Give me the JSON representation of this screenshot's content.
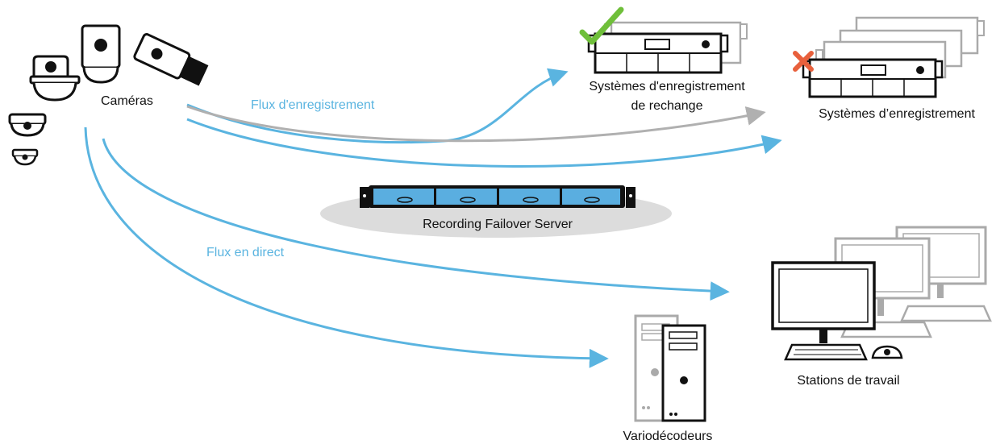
{
  "labels": {
    "cameras": "Caméras",
    "recording_flow": "Flux d'enregistrement",
    "live_flow": "Flux en direct",
    "spare_systems_line1": "Systèmes d'enregistrement",
    "spare_systems_line2": "de rechange",
    "recording_systems": "Systèmes d’enregistrement",
    "failover_server": "Recording Failover Server",
    "workstations": "Stations de travail",
    "decoders": "Variodécodeurs"
  },
  "colors": {
    "flow_blue": "#5ab4e0",
    "flow_gray": "#b0b0b0",
    "ok_green": "#6fbf3a",
    "fail_red": "#e8603c",
    "server_blue": "#5aaee0"
  }
}
